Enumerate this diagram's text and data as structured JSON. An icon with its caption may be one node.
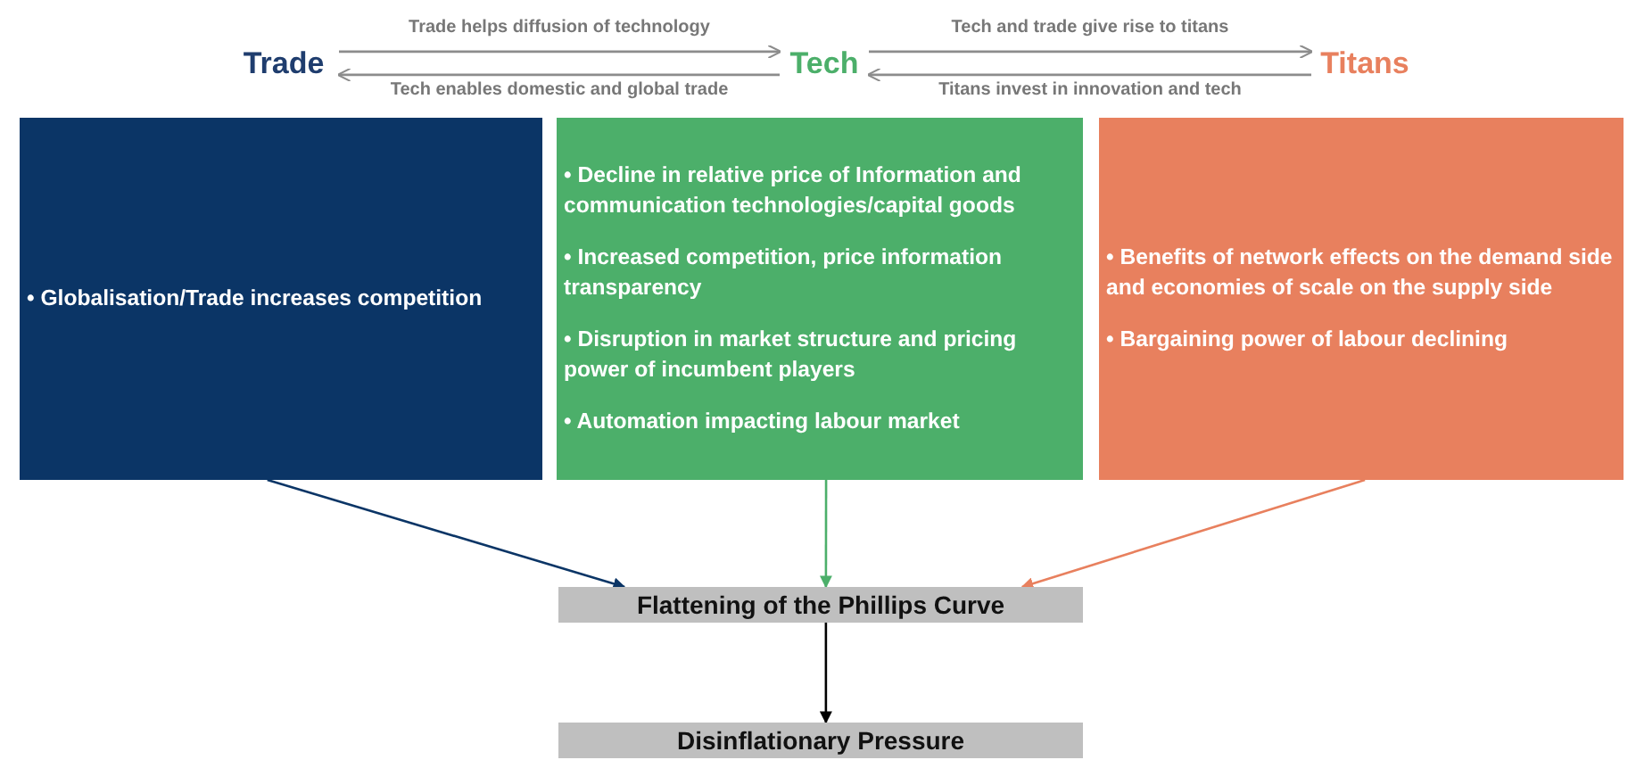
{
  "diagram": {
    "nodes": [
      {
        "text": [
          "Trade"
        ]
      },
      {
        "text": [
          "Tech"
        ]
      },
      {
        "text": [
          "Titans"
        ]
      },
      {
        "text": [
          "• Globalisation/Trade increases competition"
        ]
      },
      {
        "text": [
          "• Decline in relative price of Information and communication technologies/capital goods",
          "• Increased competition, price information transparency",
          "• Disruption in market structure and pricing power of incumbent players",
          "• Automation impacting labour market"
        ]
      },
      {
        "text": [
          "• Benefits of network effects on the demand side and economies of scale on the supply side",
          "• Bargaining power of labour declining"
        ]
      },
      {
        "text": [
          "Flattening of the Phillips Curve"
        ]
      },
      {
        "text": [
          "Disinflationary Pressure"
        ]
      }
    ],
    "edges": [
      {
        "from": 0,
        "to": 1,
        "arrow": "to",
        "label": "Trade helps diffusion of technology"
      },
      {
        "from": 1,
        "to": 0,
        "arrow": "to",
        "label": "Tech enables domestic and global trade"
      },
      {
        "from": 1,
        "to": 2,
        "arrow": "to",
        "label": "Tech and trade give rise to titans"
      },
      {
        "from": 2,
        "to": 1,
        "arrow": "to",
        "label": "Titans invest in innovation and tech"
      },
      {
        "from": 3,
        "to": 6,
        "arrow": "to",
        "color": "#0b3566"
      },
      {
        "from": 4,
        "to": 6,
        "arrow": "to",
        "color": "#4caf6a"
      },
      {
        "from": 5,
        "to": 6,
        "arrow": "to",
        "color": "#e8805e"
      },
      {
        "from": 6,
        "to": 7,
        "arrow": "to",
        "color": "#000000"
      }
    ]
  }
}
